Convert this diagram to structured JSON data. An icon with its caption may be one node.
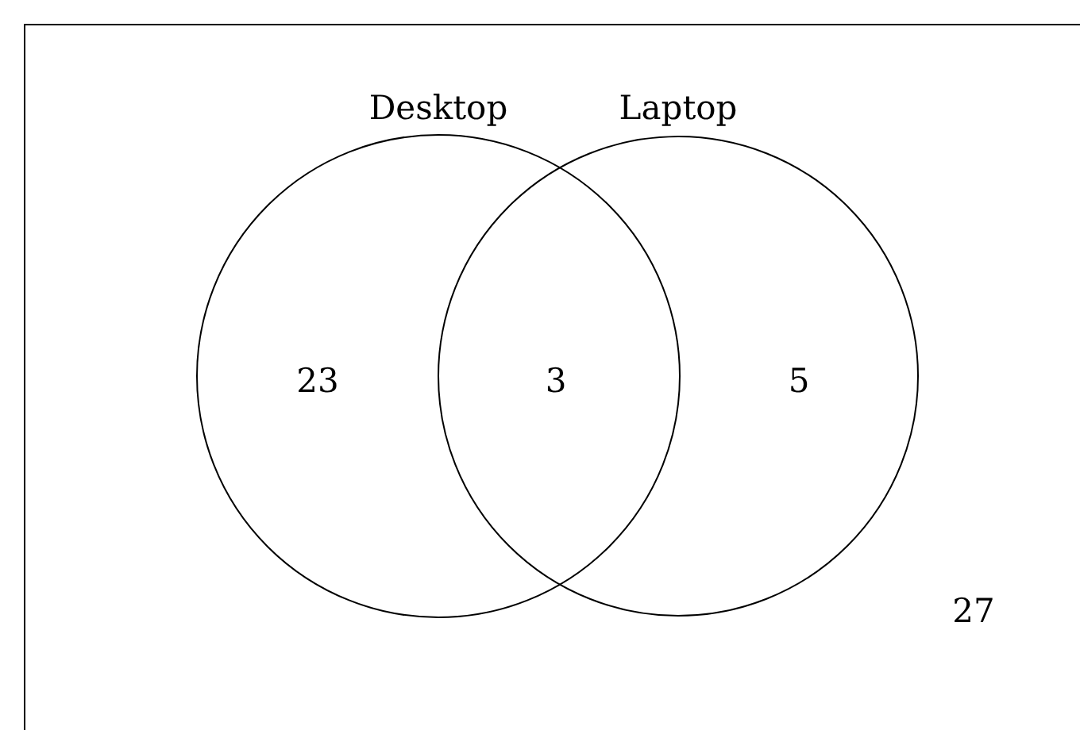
{
  "diagram": {
    "nodes": [
      {
        "text": [
          "Desktop"
        ]
      },
      {
        "text": [
          "Laptop"
        ]
      }
    ],
    "labels": [
      "23",
      "3",
      "5",
      "27"
    ]
  }
}
